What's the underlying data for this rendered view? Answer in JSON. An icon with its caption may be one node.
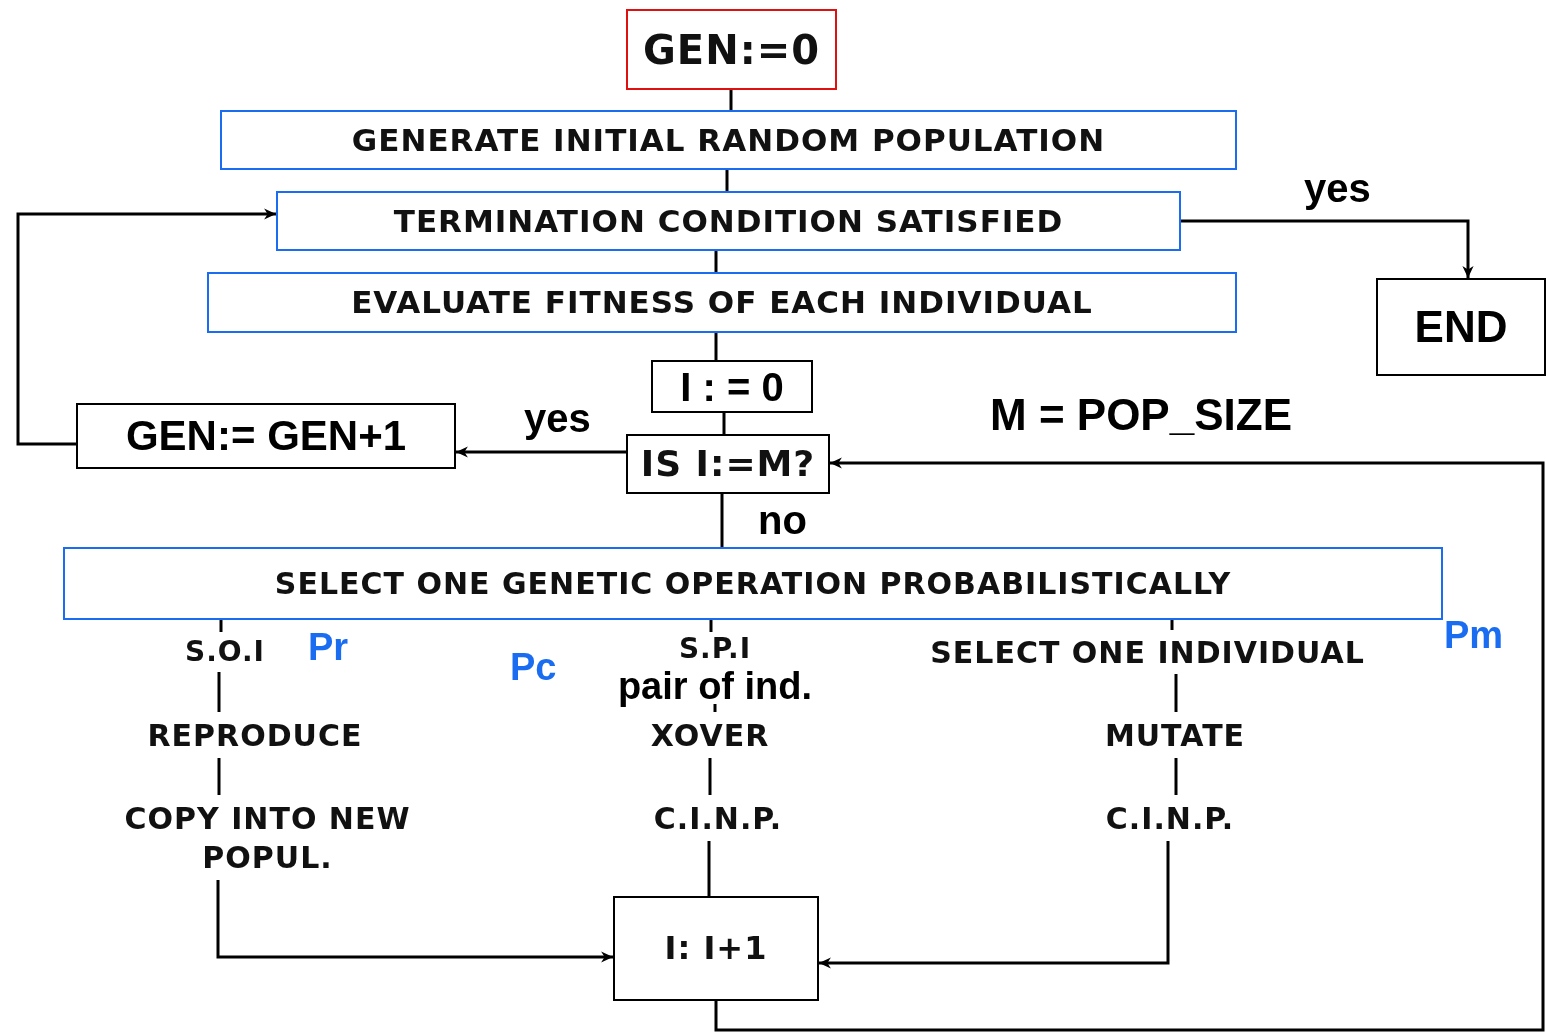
{
  "diagram": {
    "nodes": [
      {
        "text": [
          "GEN:=0"
        ]
      },
      {
        "text": [
          "GENERATE INITIAL RANDOM POPULATION"
        ]
      },
      {
        "text": [
          "TERMINATION CONDITION SATISFIED"
        ]
      },
      {
        "text": [
          "EVALUATE FITNESS OF EACH INDIVIDUAL"
        ]
      },
      {
        "text": [
          "I : = 0"
        ]
      },
      {
        "text": [
          "IS I:=M?"
        ]
      },
      {
        "text": [
          "GEN:= GEN+1"
        ]
      },
      {
        "text": [
          "END"
        ]
      },
      {
        "text": [
          "SELECT ONE GENETIC OPERATION PROBABILISTICALLY"
        ]
      },
      {
        "text": [
          "S.O.I"
        ]
      },
      {
        "text": [
          "REPRODUCE"
        ]
      },
      {
        "text": [
          "COPY INTO NEW POPUL."
        ]
      },
      {
        "text": [
          "S.P.I"
        ],
        "beside": [
          "pair of ind."
        ]
      },
      {
        "text": [
          "XOVER"
        ]
      },
      {
        "text": [
          "C.I.N.P."
        ]
      },
      {
        "text": [
          "SELECT ONE INDIVIDUAL"
        ]
      },
      {
        "text": [
          "MUTATE"
        ]
      },
      {
        "text": [
          "C.I.N.P."
        ]
      },
      {
        "text": [
          "I: I+1"
        ]
      }
    ],
    "edges": [
      {
        "from": 0,
        "to": 1,
        "arrow": "none"
      },
      {
        "from": 1,
        "to": 2,
        "arrow": "none"
      },
      {
        "from": 2,
        "to": 3,
        "arrow": "none"
      },
      {
        "from": 3,
        "to": 4,
        "arrow": "none"
      },
      {
        "from": 4,
        "to": 5,
        "arrow": "none"
      },
      {
        "from": 2,
        "to": 7,
        "arrow": "to",
        "label": "yes"
      },
      {
        "from": 5,
        "to": 6,
        "arrow": "to",
        "label": "yes"
      },
      {
        "from": 6,
        "to": 2,
        "arrow": "to"
      },
      {
        "from": 5,
        "to": 8,
        "arrow": "none",
        "label": "no"
      },
      {
        "from": 8,
        "to": 9,
        "arrow": "none"
      },
      {
        "from": 8,
        "to": 12,
        "arrow": "none"
      },
      {
        "from": 8,
        "to": 15,
        "arrow": "none"
      },
      {
        "from": 9,
        "to": 10,
        "arrow": "none"
      },
      {
        "from": 10,
        "to": 11,
        "arrow": "none"
      },
      {
        "from": 12,
        "to": 13,
        "arrow": "none"
      },
      {
        "from": 13,
        "to": 14,
        "arrow": "none"
      },
      {
        "from": 14,
        "to": 18,
        "arrow": "none"
      },
      {
        "from": 15,
        "to": 16,
        "arrow": "none"
      },
      {
        "from": 16,
        "to": 17,
        "arrow": "none"
      },
      {
        "from": 11,
        "to": 18,
        "arrow": "to"
      },
      {
        "from": 17,
        "to": 18,
        "arrow": "to"
      },
      {
        "from": 18,
        "to": 5,
        "arrow": "to"
      }
    ],
    "labels": [
      "M = POP_SIZE",
      "Pr",
      "Pc",
      "Pm"
    ]
  }
}
